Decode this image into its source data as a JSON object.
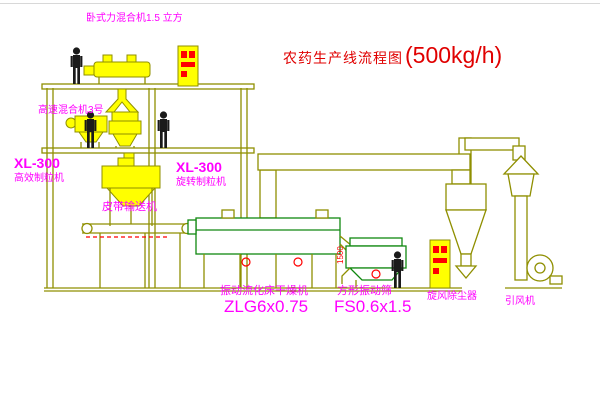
{
  "title": {
    "main": "农药生产线流程图",
    "capacity": "(500kg/h)"
  },
  "labels": {
    "horizontal_mixer": "卧式力混合机1.5 立方",
    "high_speed_mixer": "高速混合机3号",
    "granulator_left_model": "XL-300",
    "granulator_left_name": "高效制粒机",
    "granulator_mid_model": "XL-300",
    "granulator_mid_name": "旋转制粒机",
    "belt_conveyor": "皮带输送机",
    "dryer_name": "振动流化床干燥机",
    "dryer_model": "ZLG6x0.75",
    "screen_name": "方形振动筛",
    "screen_model": "FS0.6x1.5",
    "cyclone": "旋风除尘器",
    "fan": "引风机",
    "screen_dim": "1500"
  },
  "colors": {
    "structure_olive": "#8f8f00",
    "equipment_yellow": "#ffff00",
    "equipment_green": "#108810",
    "accent_red": "#ff0000",
    "label_magenta": "#ff00ff",
    "title_red": "#e00000"
  }
}
